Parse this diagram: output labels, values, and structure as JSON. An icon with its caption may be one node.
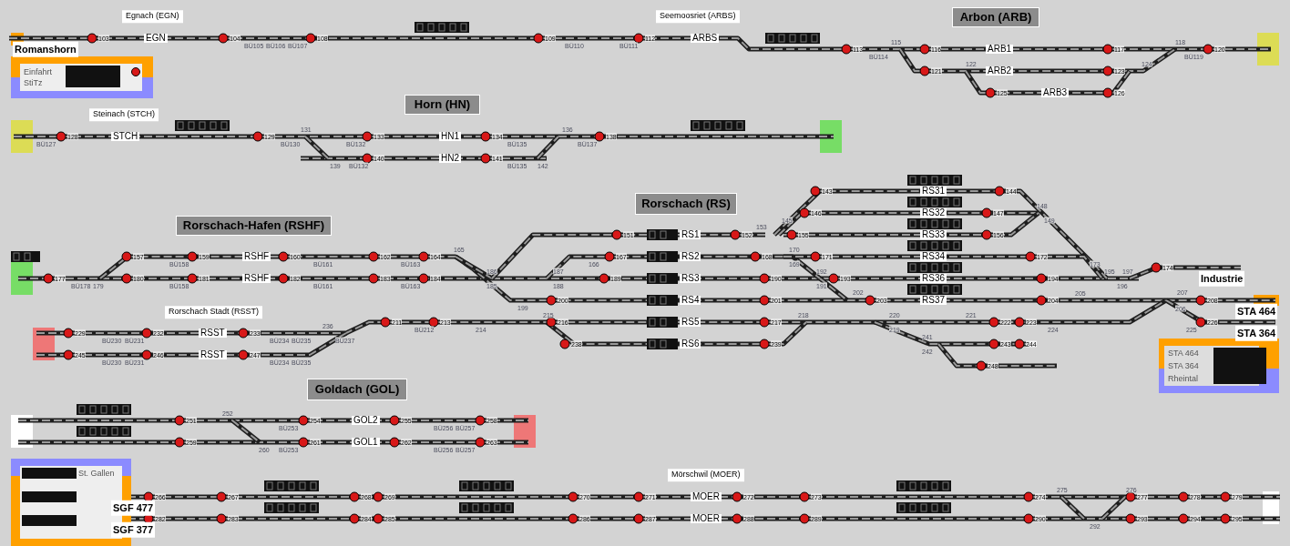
{
  "diagram": {
    "nodes": [
      {
        "text": [
          "Arbon (ARB)"
        ]
      },
      {
        "text": [
          "Einfahrt",
          "StiTz"
        ]
      },
      {
        "text": [
          "Horn (HN)"
        ]
      },
      {
        "text": [
          "Rorschach (RS)"
        ]
      },
      {
        "text": [
          "Rorschach-Hafen (RSHF)"
        ]
      },
      {
        "text": [
          "STA 464",
          "STA 364",
          "Rheintal"
        ]
      },
      {
        "text": [
          "Goldach (GOL)"
        ]
      },
      {
        "text": [
          "St. Gallen"
        ]
      }
    ],
    "labels": [
      "Egnach (EGN)",
      "Romanshorn",
      "103",
      "EGN",
      "104",
      "BÜ105",
      "BÜ106",
      "BÜ107",
      "108",
      "109",
      "BÜ110",
      "BÜ111",
      "Seemoosriet (ARBS)",
      "112",
      "ARBS",
      "113",
      "115",
      "BÜ114",
      "116",
      "ARB1",
      "117",
      "118",
      "BÜ119",
      "120",
      "121",
      "122",
      "ARB2",
      "123",
      "124",
      "125",
      "ARB3",
      "126",
      "Steinach (STCH)",
      "128",
      "STCH",
      "BÜ127",
      "129",
      "131",
      "BÜ130",
      "BÜ132",
      "133",
      "HN1",
      "134",
      "BÜ135",
      "136",
      "BÜ137",
      "138",
      "139",
      "BÜ132",
      "140",
      "HN2",
      "141",
      "BÜ135",
      "142",
      "143",
      "RS31",
      "144",
      "145",
      "146",
      "RS32",
      "147",
      "148",
      "149",
      "151",
      "RS1",
      "152",
      "153",
      "155",
      "RS33",
      "156",
      "157",
      "BÜ158",
      "159",
      "RSHF",
      "160",
      "BÜ161",
      "162",
      "BÜ163",
      "164",
      "165",
      "166",
      "167",
      "RS2",
      "168",
      "170",
      "169",
      "171",
      "RS34",
      "172",
      "173",
      "174",
      "177",
      "BÜ178",
      "179",
      "180",
      "BÜ158",
      "181",
      "RSHF",
      "182",
      "BÜ161",
      "183",
      "BÜ163",
      "184",
      "186",
      "185",
      "187",
      "188",
      "189",
      "RS3",
      "190",
      "192",
      "191",
      "193",
      "RS36",
      "194",
      "195",
      "197",
      "196",
      "Industrie",
      "Rorschach Stadt (RSST)",
      "199",
      "200",
      "RS4",
      "201",
      "202",
      "203",
      "RS37",
      "204",
      "205",
      "207",
      "206",
      "208",
      "STA 464",
      "211",
      "BÜ212",
      "213",
      "214",
      "215",
      "216",
      "RS5",
      "217",
      "218",
      "220",
      "219",
      "221",
      "222",
      "223",
      "224",
      "225",
      "226",
      "STA 364",
      "229",
      "BÜ230",
      "BÜ231",
      "232",
      "RSST",
      "233",
      "BÜ234",
      "BÜ235",
      "236",
      "BÜ237",
      "238",
      "RS6",
      "239",
      "241",
      "242",
      "243",
      "244",
      "245",
      "BÜ230",
      "BÜ231",
      "246",
      "RSST",
      "247",
      "BÜ234",
      "BÜ235",
      "248",
      "251",
      "252",
      "BÜ253",
      "254",
      "GOL2",
      "255",
      "BÜ256",
      "BÜ257",
      "258",
      "259",
      "260",
      "BÜ253",
      "261",
      "GOL1",
      "262",
      "BÜ256",
      "BÜ257",
      "263",
      "Mörschwil (MOER)",
      "266",
      "267",
      "268",
      "269",
      "270",
      "271",
      "MOER",
      "272",
      "273",
      "274",
      "275",
      "276",
      "277",
      "278",
      "279",
      "SGF 477",
      "282",
      "283",
      "284",
      "285",
      "286",
      "287",
      "MOER",
      "288",
      "289",
      "290",
      "292",
      "293",
      "294",
      "295",
      "SGF 377"
    ]
  }
}
